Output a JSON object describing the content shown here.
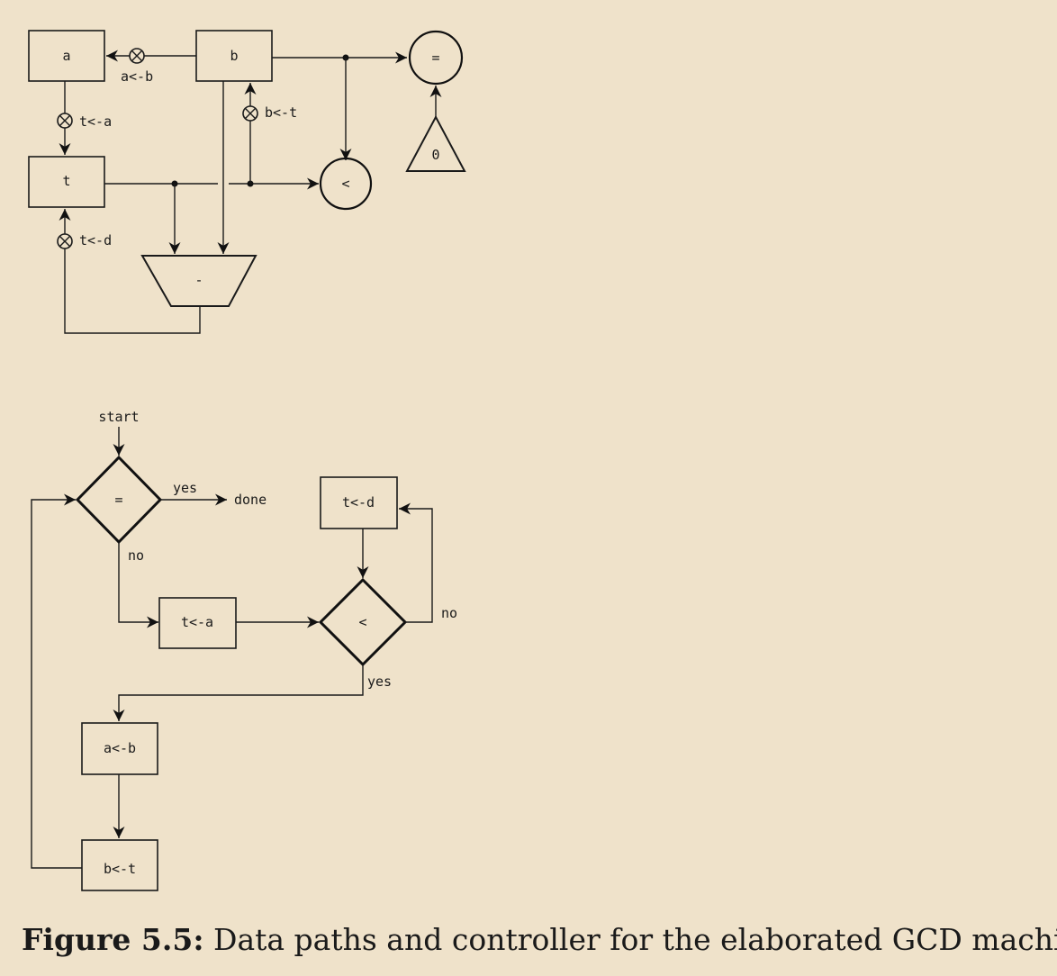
{
  "datapaths": {
    "registers": {
      "a": "a",
      "b": "b",
      "t": "t"
    },
    "buttons": {
      "a_from_b": "a<-b",
      "b_from_t": "b<-t",
      "t_from_a": "t<-a",
      "t_from_d": "t<-d"
    },
    "ops": {
      "equal": "=",
      "less": "<",
      "subtract": "-",
      "zero": "0"
    }
  },
  "controller": {
    "start": "start",
    "test_equal": "=",
    "yes_equal": "yes",
    "done": "done",
    "no_equal": "no",
    "t_from_a": "t<-a",
    "test_less": "<",
    "no_less": "no",
    "yes_less": "yes",
    "t_from_d": "t<-d",
    "a_from_b": "a<-b",
    "b_from_t": "b<-t"
  },
  "caption": {
    "label": "Figure 5.5:",
    "text": "Data paths and controller for the elaborated GCD machine."
  }
}
